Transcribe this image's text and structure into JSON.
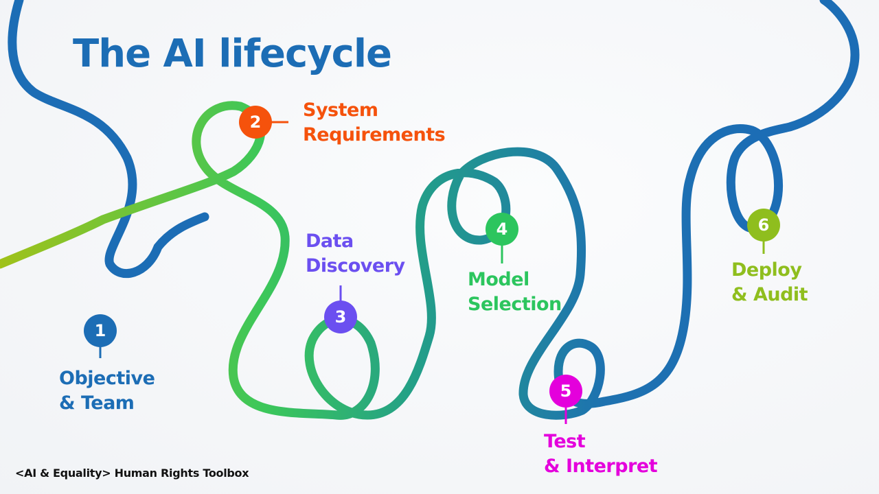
{
  "title": "The AI lifecycle",
  "footer": "<AI & Equality> Human Rights Toolbox",
  "colors": {
    "blue": "#1c6db5",
    "lime": "#8fbe1e",
    "green": "#3cc75a",
    "teal": "#239f88",
    "orange": "#f5520c",
    "purple": "#6b4ff0",
    "magenta": "#e400dc"
  },
  "stages": [
    {
      "number": "1",
      "lines": [
        "Objective",
        "& Team"
      ],
      "color": "#1c6db5"
    },
    {
      "number": "2",
      "lines": [
        "System",
        "Requirements"
      ],
      "color": "#f5520c"
    },
    {
      "number": "3",
      "lines": [
        "Data",
        "Discovery"
      ],
      "color": "#6b4ff0"
    },
    {
      "number": "4",
      "lines": [
        "Model",
        "Selection"
      ],
      "color": "#2cc55e"
    },
    {
      "number": "5",
      "lines": [
        "Test",
        "& Interpret"
      ],
      "color": "#e400dc"
    },
    {
      "number": "6",
      "lines": [
        "Deploy",
        "& Audit"
      ],
      "color": "#8fbe1e"
    }
  ]
}
